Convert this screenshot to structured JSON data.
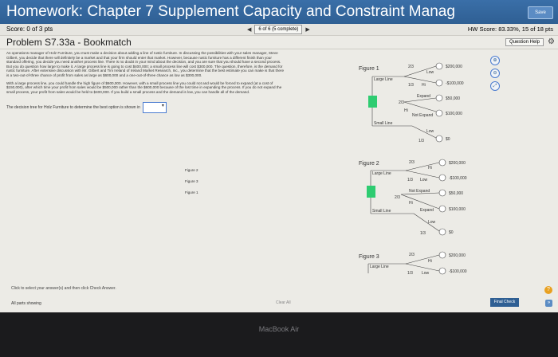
{
  "header": {
    "title": "Homework: Chapter 7 Supplement Capacity and Constraint Manag",
    "save_label": "Save"
  },
  "info": {
    "score": "Score: 0 of 3 pts",
    "pager": "6 of 6 (5 complete)",
    "hw_score": "HW Score: 83.33%, 15 of 18 pts"
  },
  "problem": {
    "title": "Problem S7.33a - Bookmatch",
    "help_label": "Question Help"
  },
  "left": {
    "para1": "As operations manager of Holz Furniture, you must make a decision about adding a line of rustic furniture. In discussing the possibilities with your sales manager, Steve Gilbert, you decide that there will definitely be a market and that your firm should enter that market. However, because rustic furniture has a different finish than your standard offering, you decide you need another process line. There is no doubt in your mind about the decision, and you are sure that you should have a second process. But you do question how large to make it. A large process line is going to cost $400,000; a small process line will cost $300,000. The question, therefore, is the demand for rustic furniture. After extensive discussion with Mr. Gilbert and Tim Ireland of Ireland Market Research, Inc., you determine that the best estimate you can make is that there is a two-out-of-three chance of profit from sales as large as $600,000 and a one-out-of-three chance as low as $300,000.",
    "para2": "With a large process line, you could handle the high figure of $600,000. However, with a small process line you could not and would be forced to expand (at a cost of $150,000), after which time your profit from sales would be $500,000 rather than the $600,000 because of the lost time in expanding the process. If you do not expand the small process, your profit from sales would be held to $400,000. If you build a small process and the demand is low, you can handle all of the demand.",
    "prompt": "The decision tree for Holz Furniture to determine the best option is shown in",
    "options": [
      "Figure 2",
      "Figure 3",
      "Figure 1"
    ]
  },
  "figures": {
    "fig1": {
      "label": "Figure 1",
      "large_line": "Large Line",
      "small_line": "Small Line",
      "p_hi": "2/3",
      "p_lo": "1/3",
      "hi": "Hi",
      "low": "Low",
      "expand": "Expand",
      "not_expand": "Not Expand",
      "v1": "$200,000",
      "v2": "-$100,000",
      "v3": "$50,000",
      "v4": "$100,000",
      "v5": "$0"
    },
    "fig2": {
      "label": "Figure 2",
      "large_line": "Large Line",
      "small_line": "Small Line",
      "p_hi": "2/3",
      "p_lo": "1/3",
      "hi": "Hi",
      "low": "Low",
      "expand": "Expand",
      "not_expand": "Not Expand",
      "v1": "$200,000",
      "v2": "-$100,000",
      "v3": "$50,000",
      "v4": "$100,000",
      "v5": "$0"
    },
    "fig3": {
      "label": "Figure 3",
      "large_line": "Large Line",
      "p_hi": "2/3",
      "p_lo": "1/3",
      "hi": "Hi",
      "low": "Low",
      "v1": "$200,000",
      "v2": "-$100,000"
    }
  },
  "footer": {
    "instruction": "Click to select your answer(s) and then click Check Answer.",
    "parts": "All parts showing",
    "clear_all": "Clear All",
    "final_check": "Final Check",
    "help_symbol": "?",
    "hint_symbol": "»"
  },
  "device": {
    "brand": "MacBook Air"
  },
  "colors": {
    "header": "#2f5f93",
    "decision_node": "#2ecc71",
    "chance_node": "#ffffff"
  }
}
